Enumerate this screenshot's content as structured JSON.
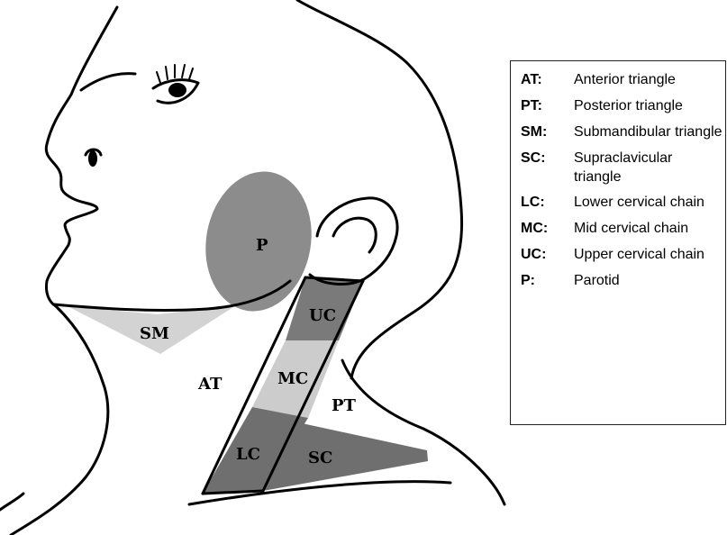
{
  "regions": {
    "parotid": "P",
    "submandibular": "SM",
    "anterior": "AT",
    "posterior": "PT",
    "upper_cervical": "UC",
    "mid_cervical": "MC",
    "lower_cervical": "LC",
    "supraclavicular": "SC"
  },
  "colors": {
    "parotid": "#8c8c8c",
    "submandibular": "#d3d3d3",
    "upper_cervical": "#7a7a7a",
    "mid_cervical": "#cccccc",
    "lower_cervical": "#6f6f6f",
    "supraclavicular": "#6f6f6f",
    "outline": "#000000"
  },
  "legend": [
    {
      "abbr": "AT:",
      "text": "Anterior triangle"
    },
    {
      "abbr": "PT:",
      "text": "Posterior triangle"
    },
    {
      "abbr": "SM:",
      "text": "Submandibular triangle"
    },
    {
      "abbr": "SC:",
      "text": "Supraclavicular triangle"
    },
    {
      "abbr": "LC:",
      "text": "Lower cervical chain"
    },
    {
      "abbr": "MC:",
      "text": "Mid cervical chain"
    },
    {
      "abbr": "UC:",
      "text": "Upper cervical chain"
    },
    {
      "abbr": "P:",
      "text": "Parotid"
    }
  ]
}
